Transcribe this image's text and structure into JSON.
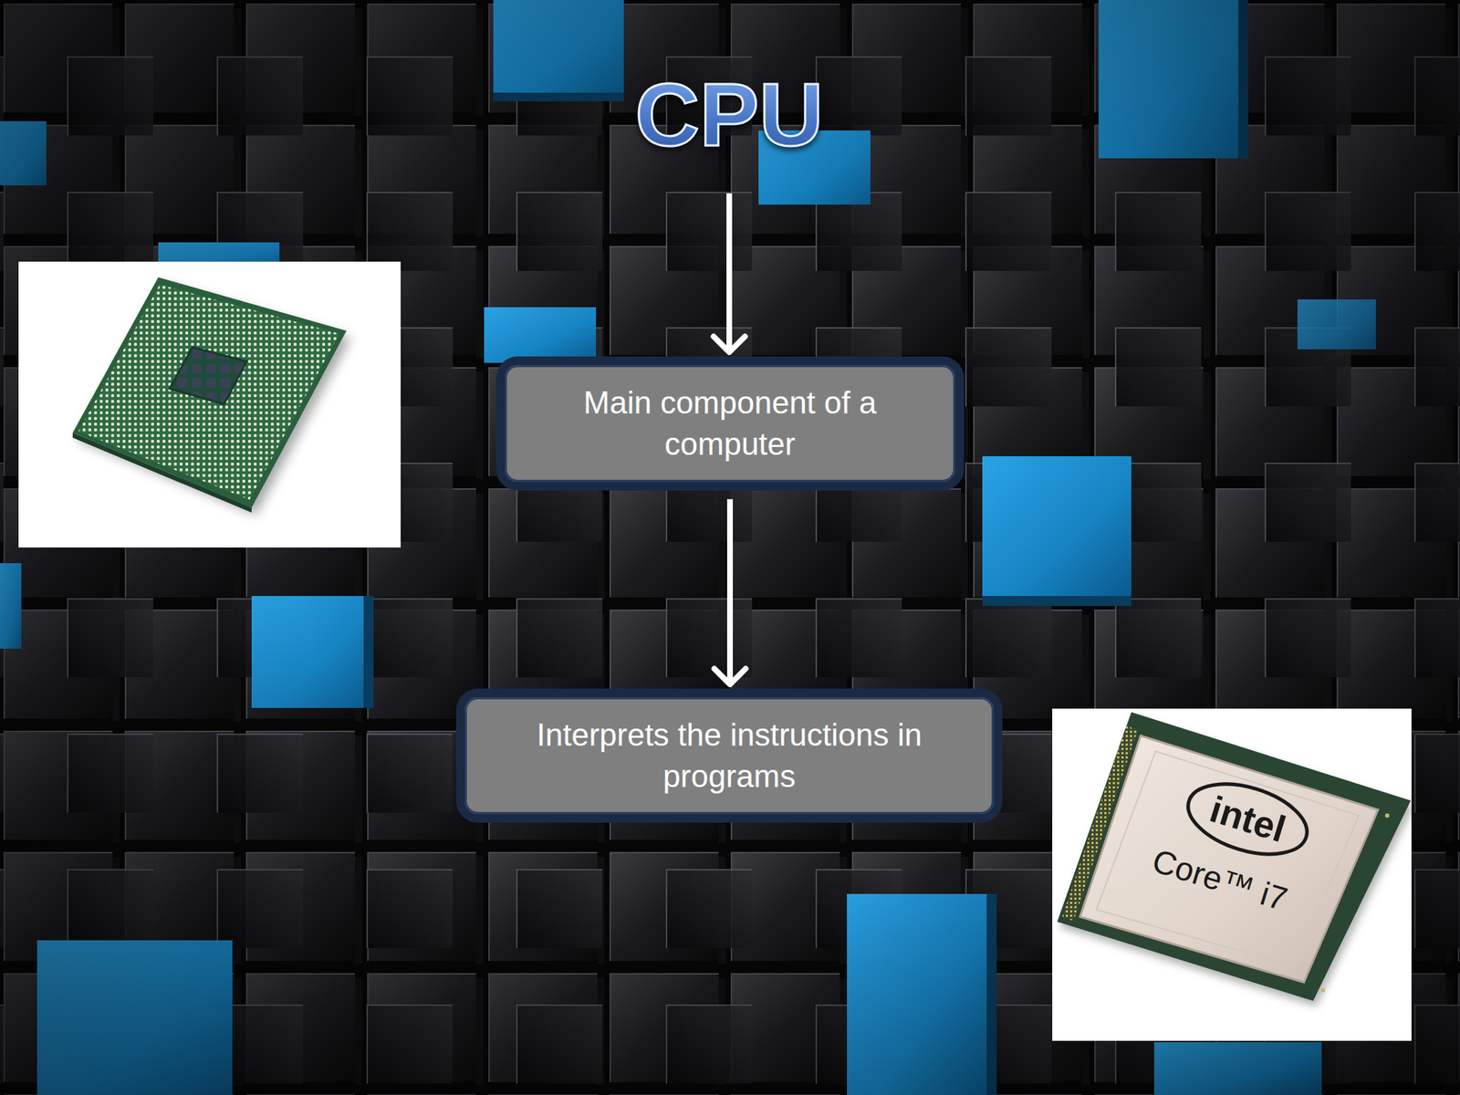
{
  "diagram": {
    "nodes": [
      {
        "text": [
          "CPU"
        ]
      },
      {
        "text": [
          "Main component of a computer"
        ]
      },
      {
        "text": [
          "Interprets the instructions in programs"
        ]
      }
    ],
    "edges": [
      {
        "from": 0,
        "to": 1,
        "arrow": "to"
      },
      {
        "from": 1,
        "to": 2,
        "arrow": "to"
      }
    ],
    "labels": [
      "intel",
      "Core™ i7"
    ]
  }
}
